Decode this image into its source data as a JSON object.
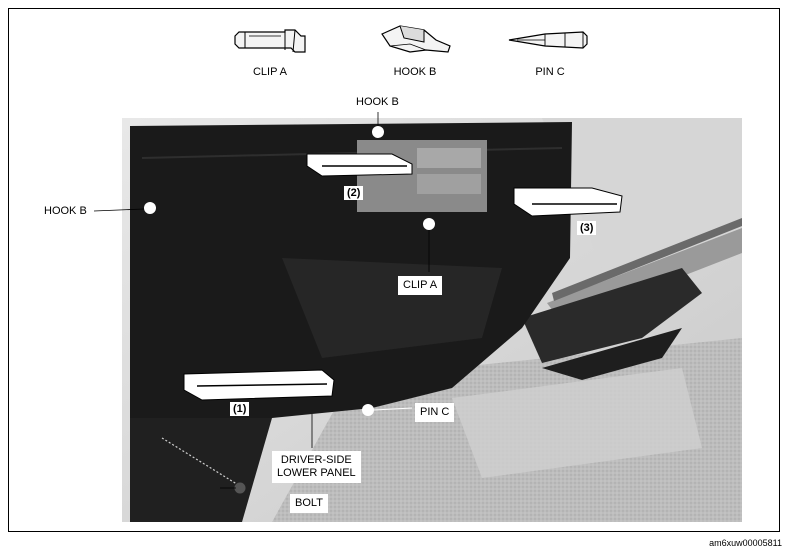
{
  "legend": {
    "clip_a": "CLIP A",
    "hook_b": "HOOK B",
    "pin_c": "PIN C"
  },
  "callouts": {
    "hook_b_top": "HOOK B",
    "hook_b_left": "HOOK B",
    "clip_a": "CLIP A",
    "pin_c": "PIN C",
    "panel_line1": "DRIVER-SIDE",
    "panel_line2": "LOWER PANEL",
    "bolt": "BOLT"
  },
  "steps": {
    "step1": "(1)",
    "step2": "(2)",
    "step3": "(3)"
  },
  "reference_code": "am6xuw00005811"
}
